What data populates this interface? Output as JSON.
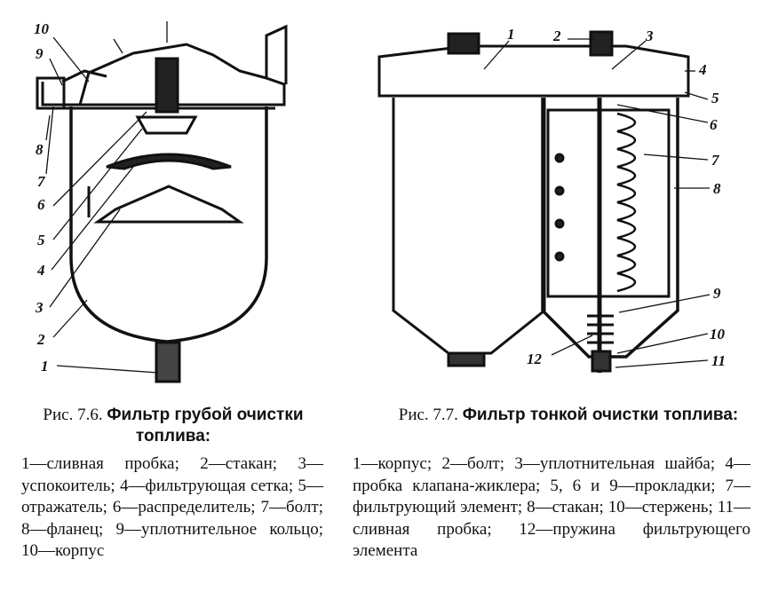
{
  "figure_1": {
    "callouts": [
      "1",
      "2",
      "3",
      "4",
      "5",
      "6",
      "7",
      "8",
      "9",
      "10"
    ],
    "caption_number": "Рис. 7.6.",
    "caption_title": "Фильтр грубой очистки топлива:",
    "legend": "1—сливная пробка; 2—стакан; 3—успокоитель; 4—фильтрующая сетка; 5—отражатель; 6—распределитель; 7—болт; 8—фланец; 9—уплотнительное кольцо; 10—корпус"
  },
  "figure_2": {
    "callouts": [
      "1",
      "2",
      "3",
      "4",
      "5",
      "6",
      "7",
      "8",
      "9",
      "10",
      "11",
      "12"
    ],
    "caption_number": "Рис. 7.7.",
    "caption_title": "Фильтр тонкой очистки топлива:",
    "legend": "1—корпус; 2—болт; 3—уплотнительная шайба; 4—пробка клапана-жиклера; 5, 6 и 9—прокладки; 7—фильтрующий элемент; 8—стакан; 10—стержень; 11—сливная пробка; 12—пружина фильтрующего элемента"
  }
}
